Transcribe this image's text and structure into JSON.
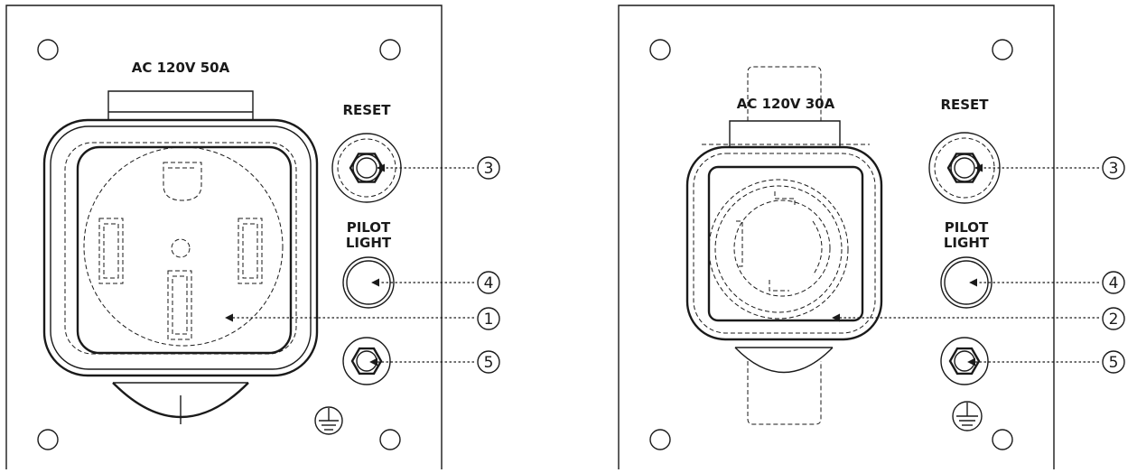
{
  "left_panel": {
    "receptacle_label": "AC  120V 50A",
    "reset_label": "RESET",
    "pilot_label_line1": "PILOT",
    "pilot_label_line2": "LIGHT",
    "callout_reset": "3",
    "callout_pilot": "4",
    "callout_receptacle": "1",
    "callout_ground": "5"
  },
  "right_panel": {
    "receptacle_label": "AC  120V 30A",
    "reset_label": "RESET",
    "pilot_label_line1": "PILOT",
    "pilot_label_line2": "LIGHT",
    "callout_reset": "3",
    "callout_pilot": "4",
    "callout_receptacle": "2",
    "callout_ground": "5"
  },
  "icons": {
    "ground_symbol": "ground-symbol-icon",
    "mounting_hole": "mounting-hole-icon"
  },
  "colors": {
    "line": "#1a1a1a",
    "background": "#ffffff"
  }
}
